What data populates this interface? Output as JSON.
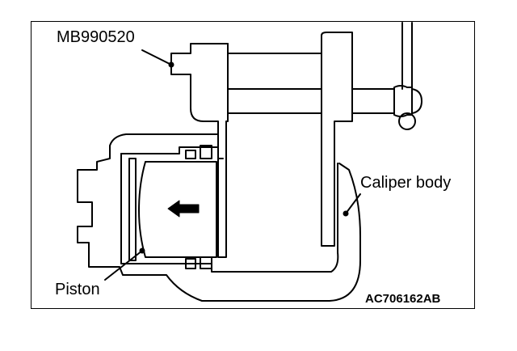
{
  "labels": {
    "tool": "MB990520",
    "caliper_body": "Caliper body",
    "piston": "Piston",
    "figure_code": "AC706162AB"
  },
  "colors": {
    "line": "#000000",
    "background": "#ffffff"
  }
}
